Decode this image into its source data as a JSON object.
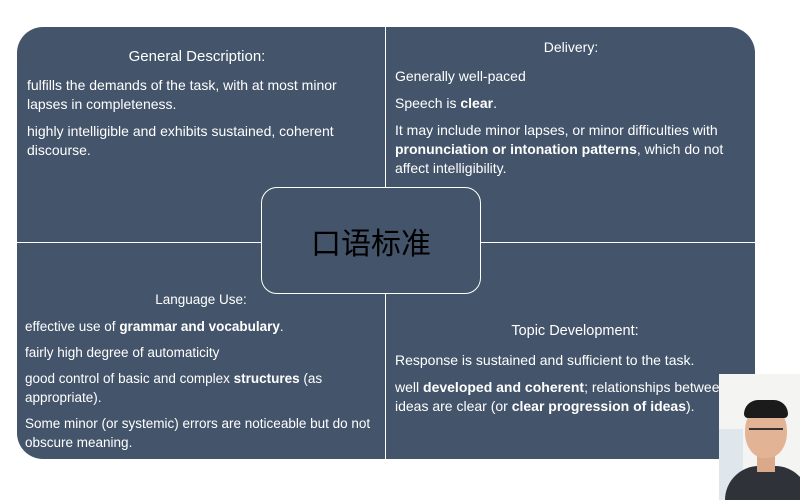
{
  "center": {
    "label": "口语标准"
  },
  "general": {
    "title": "General Description:",
    "p1": "fulfills the demands of the task, with at most minor lapses in completeness.",
    "p2": "highly intelligible and exhibits sustained, coherent discourse."
  },
  "delivery": {
    "title": "Delivery:",
    "p1": "Generally well-paced",
    "p2_pre": "Speech is ",
    "p2_bold": "clear",
    "p2_post": ".",
    "p3_pre": "It may include minor lapses, or minor difficulties with ",
    "p3_bold": "pronunciation or intonation patterns",
    "p3_post": ", which do not affect intelligibility."
  },
  "language": {
    "title": "Language Use:",
    "p1_pre": "effective use of ",
    "p1_bold": "grammar and vocabulary",
    "p1_post": ".",
    "p2": "fairly high degree of automaticity",
    "p3_pre": "good control of basic and complex ",
    "p3_bold": "structures",
    "p3_post": " (as appropriate).",
    "p4": "Some minor (or systemic) errors are noticeable but do not obscure meaning."
  },
  "topic": {
    "title": "Topic Development:",
    "p1": "Response is sustained and sufficient to the task.",
    "p2_pre": "well ",
    "p2_bold1": "developed and coherent",
    "p2_mid": "; relationships between ideas are clear (or ",
    "p2_bold2": "clear progression of ideas",
    "p2_post": ")."
  },
  "colors": {
    "panel": "#44546a",
    "divider": "#ffffff",
    "text": "#ffffff",
    "center_text": "#000000"
  }
}
